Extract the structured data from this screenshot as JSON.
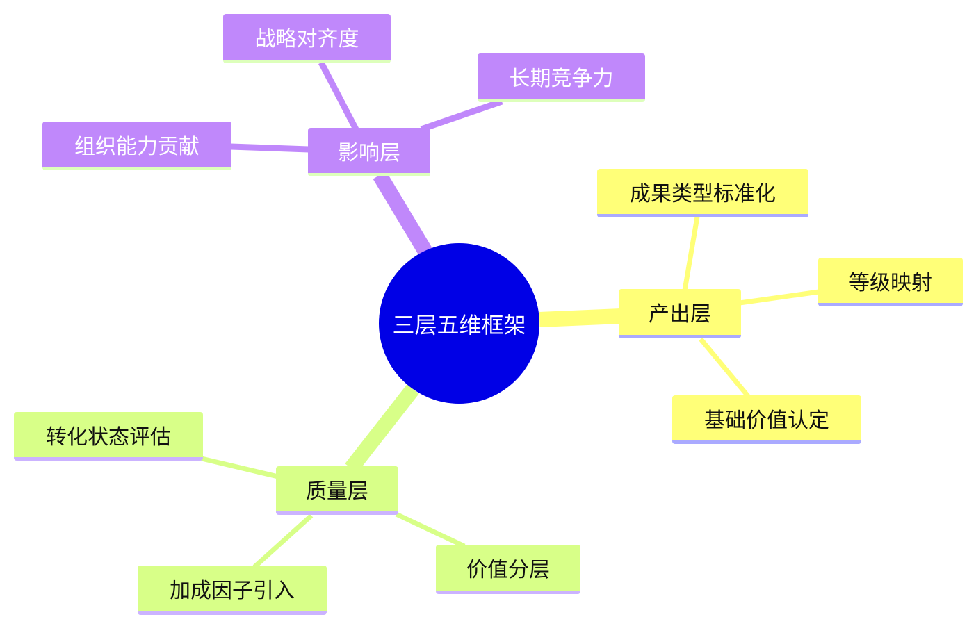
{
  "root": {
    "label": "三层五维框架",
    "color": "#0000e6"
  },
  "branches": [
    {
      "label": "影响层",
      "color": "#c088fb",
      "children": [
        "战略对齐度",
        "长期竞争力",
        "组织能力贡献"
      ]
    },
    {
      "label": "产出层",
      "color": "#ffff78",
      "children": [
        "成果类型标准化",
        "等级映射",
        "基础价值认定"
      ]
    },
    {
      "label": "质量层",
      "color": "#d8ff88",
      "children": [
        "转化状态评估",
        "价值分层",
        "加成因子引入"
      ]
    }
  ]
}
